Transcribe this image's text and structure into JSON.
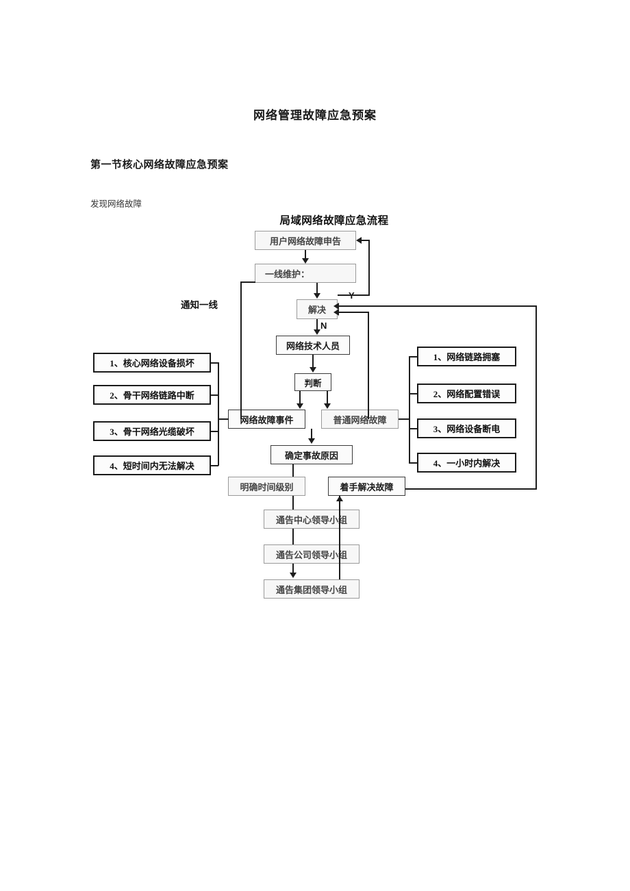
{
  "document": {
    "title": "网络管理故障应急预案",
    "section_heading": "第一节核心网络故障应急预案",
    "body_line": "发现网络故障"
  },
  "flowchart": {
    "title": "局域网络故障应急流程",
    "notify_label": "通知一线",
    "edge_labels": {
      "yes": "Y",
      "no": "N"
    },
    "nodes": {
      "report": "用户网络故障申告",
      "first_line": "一线维护：",
      "resolved": "解决",
      "tech_staff": "网络技术人员",
      "judge": "判断",
      "fault_event": "网络故障事件",
      "normal_fault": "普通网络故障",
      "determine_cause": "确定事故原因",
      "time_level": "明确时间级别",
      "start_fix": "着手解决故障",
      "notify_center": "通告中心领导小组",
      "notify_company": "通告公司领导小组",
      "notify_group": "通告集团领导小组"
    },
    "left_list": [
      "1、核心网络设备损坏",
      "2、骨干网络链路中断",
      "3、骨干网络光缆破坏",
      "4、短时间内无法解决"
    ],
    "right_list": [
      "1、网络链路拥塞",
      "2、网络配置错误",
      "3、网络设备断电",
      "4、一小时内解决"
    ]
  }
}
